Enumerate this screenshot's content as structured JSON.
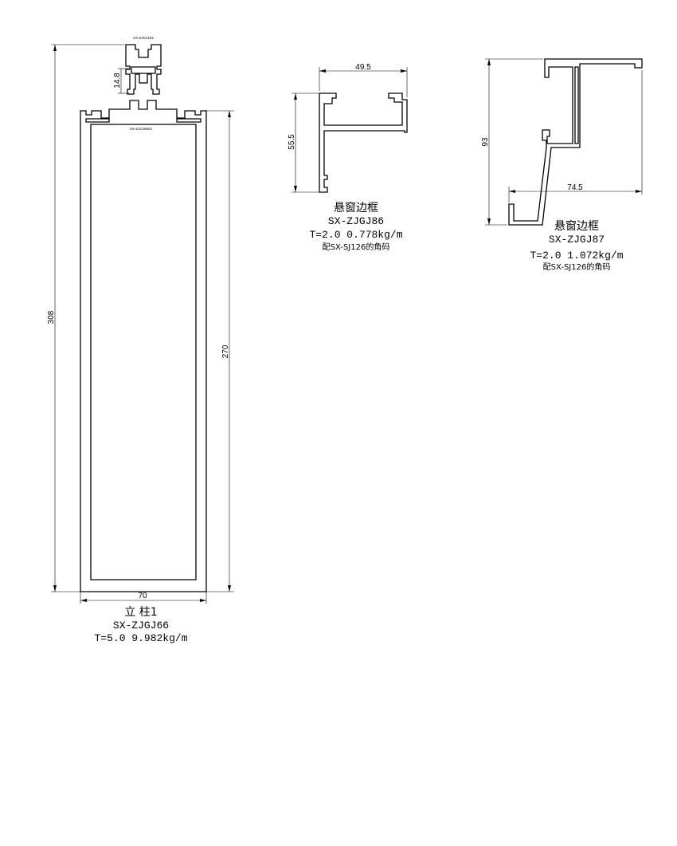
{
  "profiles": [
    {
      "name": "立 柱1",
      "code": "SX-ZJGJ66",
      "spec": "T=5.0 9.982kg/m",
      "dimensions": {
        "overall_height": "308",
        "body_height": "270",
        "width": "70",
        "slot_width": "14.8"
      },
      "labels": {
        "top_insert": "SX-ZJGJ102",
        "inner": "SX-ZJGJ6601"
      }
    },
    {
      "name": "悬窗边框",
      "code": "SX-ZJGJ86",
      "spec": "T=2.0 0.778kg/m",
      "note": "配SX-SJ126的角码",
      "dimensions": {
        "width": "49.5",
        "height": "55.5"
      }
    },
    {
      "name": "悬窗边框",
      "code": "SX-ZJGJ87",
      "spec": "T=2.0 1.072kg/m",
      "note": "配SX-SJ126的角码",
      "dimensions": {
        "height": "93",
        "width": "74.5"
      }
    }
  ]
}
